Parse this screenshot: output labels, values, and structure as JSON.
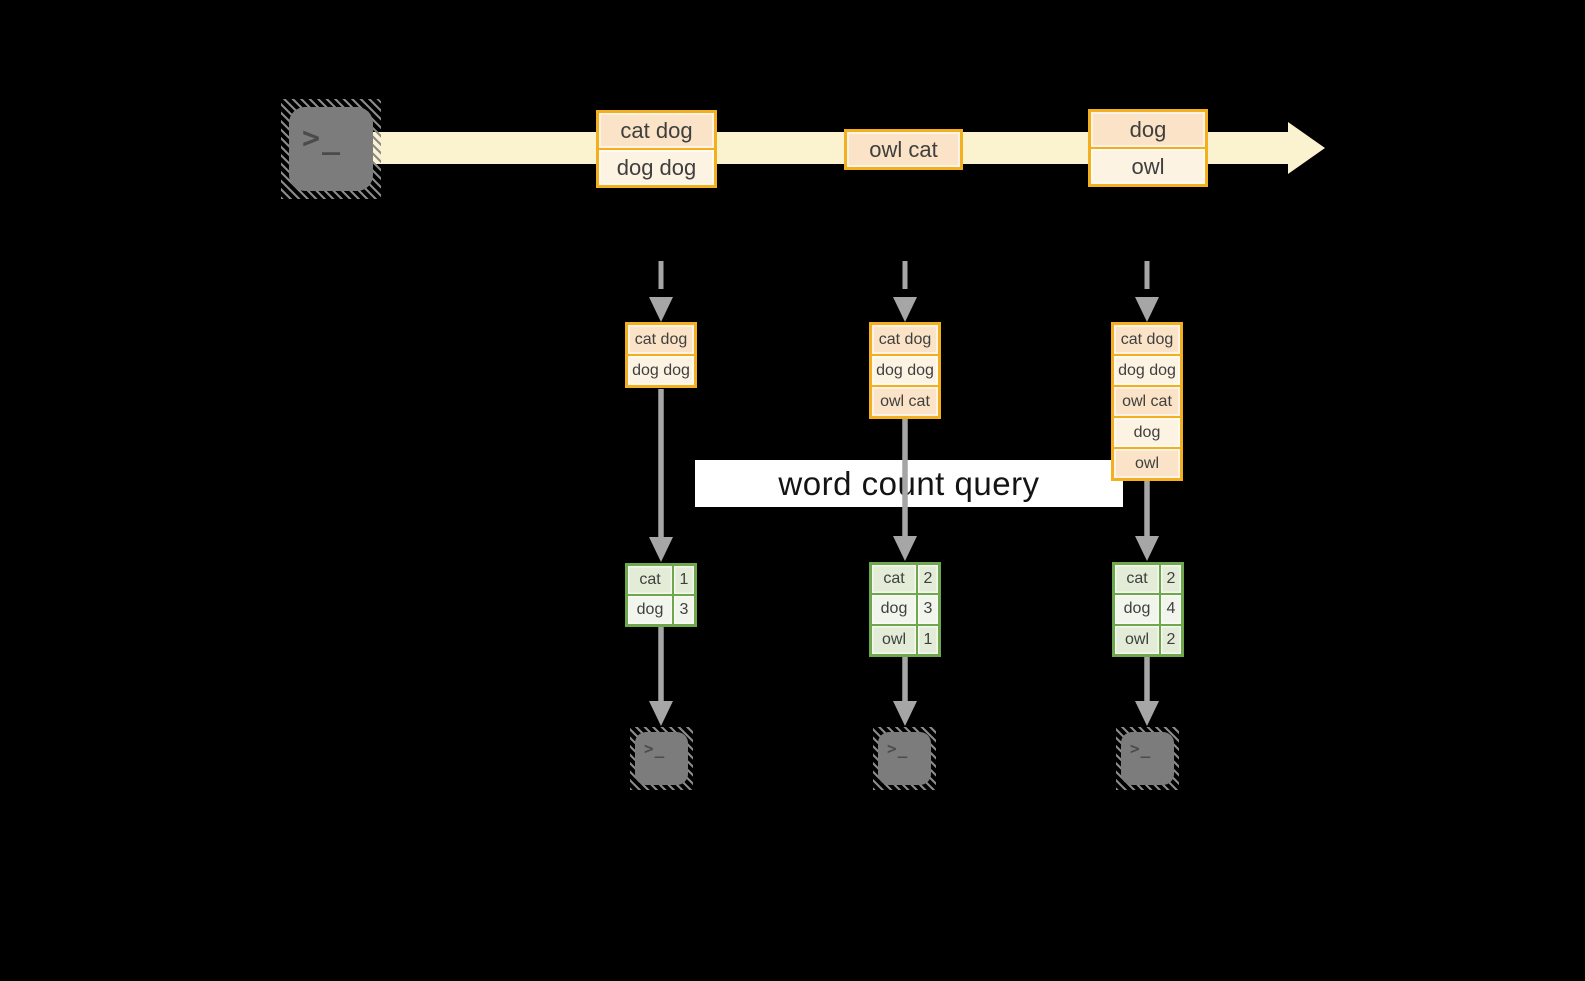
{
  "colors": {
    "background": "#000000",
    "stream_band": "#fbf2cf",
    "event_border": "#f2b01e",
    "event_fill_dark": "#fae3c6",
    "event_fill_light": "#fdf3e3",
    "table_border": "#6fa84c",
    "table_fill_dark": "#e3ecd7",
    "table_fill_light": "#f1f5ec",
    "arrow_gray": "#a6a6a6",
    "terminal_gray": "#7c7c7c"
  },
  "source_terminal": {
    "glyph": ">_"
  },
  "stream_events": [
    {
      "lines": [
        "cat dog",
        "dog dog"
      ]
    },
    {
      "lines": [
        "owl cat"
      ]
    },
    {
      "lines": [
        "dog",
        "owl"
      ]
    }
  ],
  "query_banner": {
    "label": "word count query"
  },
  "pipelines": [
    {
      "buffer": [
        "cat dog",
        "dog dog"
      ],
      "counts": [
        {
          "word": "cat",
          "count": "1"
        },
        {
          "word": "dog",
          "count": "3"
        }
      ],
      "sink_glyph": ">_"
    },
    {
      "buffer": [
        "cat dog",
        "dog dog",
        "owl cat"
      ],
      "counts": [
        {
          "word": "cat",
          "count": "2"
        },
        {
          "word": "dog",
          "count": "3"
        },
        {
          "word": "owl",
          "count": "1"
        }
      ],
      "sink_glyph": ">_"
    },
    {
      "buffer": [
        "cat dog",
        "dog dog",
        "owl cat",
        "dog",
        "owl"
      ],
      "counts": [
        {
          "word": "cat",
          "count": "2"
        },
        {
          "word": "dog",
          "count": "4"
        },
        {
          "word": "owl",
          "count": "2"
        }
      ],
      "sink_glyph": ">_"
    }
  ]
}
